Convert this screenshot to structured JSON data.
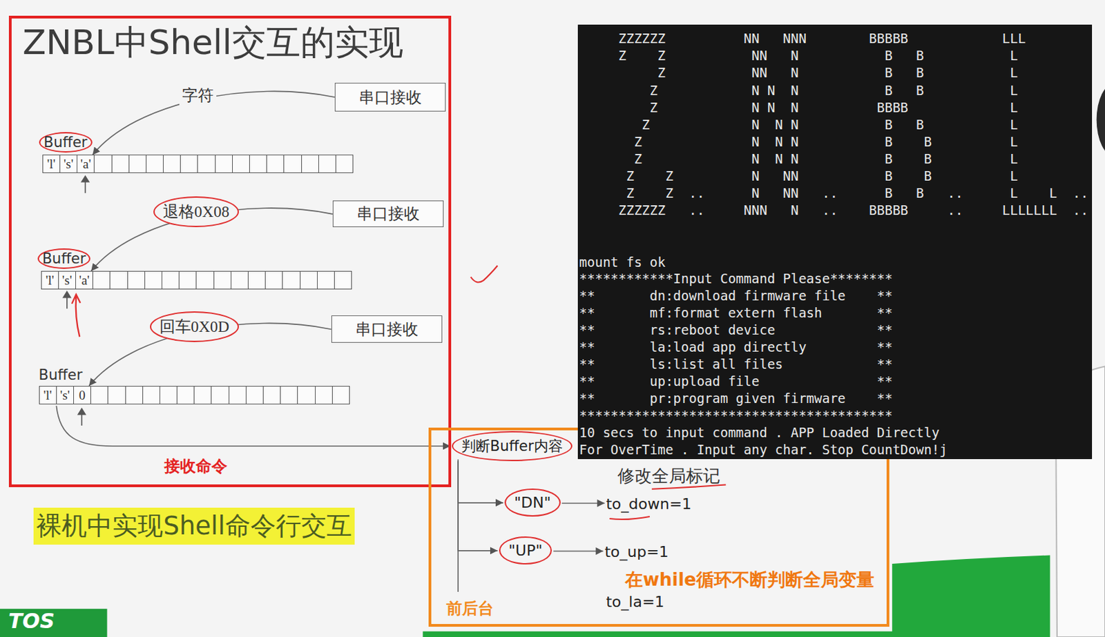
{
  "diagram": {
    "title": "ZNBL中Shell交互的实现",
    "nodes": [
      {
        "text": [
          "接收命令"
        ]
      },
      {
        "text": [
          "串口接收"
        ],
        "in": 0
      },
      {
        "text": [
          "Buffer",
          "'l'",
          "'s'",
          "'a'"
        ],
        "in": 0
      },
      {
        "text": [
          "串口接收"
        ],
        "in": 0
      },
      {
        "text": [
          "Buffer",
          "'l'",
          "'s'",
          "'a'"
        ],
        "in": 0
      },
      {
        "text": [
          "串口接收"
        ],
        "in": 0
      },
      {
        "text": [
          "Buffer",
          "'l'",
          "'s'",
          "0"
        ],
        "in": 0
      },
      {
        "text": [
          "ZZZZZZ          NN   NNN        BBBBB            LLL",
          "Z    Z           NN   N           B   B           L",
          "Z           NN   N           B   B           L",
          "Z            N N  N           B   B           L",
          "Z            N N  N          BBBB             L",
          "Z             N  N N           B   B           L",
          "Z              N  N N           B    B          L",
          "Z              N  N N           B    B          L",
          "Z    Z          N   NN           B    B          L",
          "Z    Z  ..      N   NN   ..      B   B   ..      L    L  ..",
          "ZZZZZZ   ..     NNN   N   ..    BBBBB     ..     LLLLLLL  ..",
          "mount fs ok",
          "************Input Command Please********",
          "**       dn:download firmware file    **",
          "**       mf:format extern flash       **",
          "**       rs:reboot device             **",
          "**       la:load app directly         **",
          "**       ls:list all files            **",
          "**       up:upload file               **",
          "**       pr:program given firmware    **",
          "****************************************",
          "10 secs to input command . APP Loaded Directly",
          "For OverTime . Input any char. Stop CountDown!j"
        ]
      },
      {
        "text": [
          "前后台"
        ]
      },
      {
        "text": [
          "判断Buffer内容"
        ],
        "in": 8
      },
      {
        "text": [
          "\"DN\""
        ],
        "in": 8
      },
      {
        "text": [
          "to_down=1"
        ],
        "in": 8
      },
      {
        "text": [
          "\"UP\""
        ],
        "in": 8
      },
      {
        "text": [
          "to_up=1"
        ],
        "in": 8
      }
    ],
    "edges": [
      {
        "from": 1,
        "to": 2,
        "arrow": "to",
        "label": "字符"
      },
      {
        "from": 3,
        "to": 4,
        "arrow": "to",
        "label": "退格0X08"
      },
      {
        "from": 5,
        "to": 6,
        "arrow": "to",
        "label": "回车0X0D"
      },
      {
        "from": 6,
        "to": 9,
        "arrow": "to"
      },
      {
        "from": 9,
        "to": 10,
        "arrow": "to"
      },
      {
        "from": 10,
        "to": 11,
        "arrow": "to"
      },
      {
        "from": 9,
        "to": 12,
        "arrow": "to"
      },
      {
        "from": 12,
        "to": 13,
        "arrow": "to"
      }
    ],
    "labels": [
      "修改全局标记",
      "to_la=1",
      "在while循环不断判断全局变量",
      "裸机中实现Shell命令行交互",
      "TOS"
    ]
  }
}
